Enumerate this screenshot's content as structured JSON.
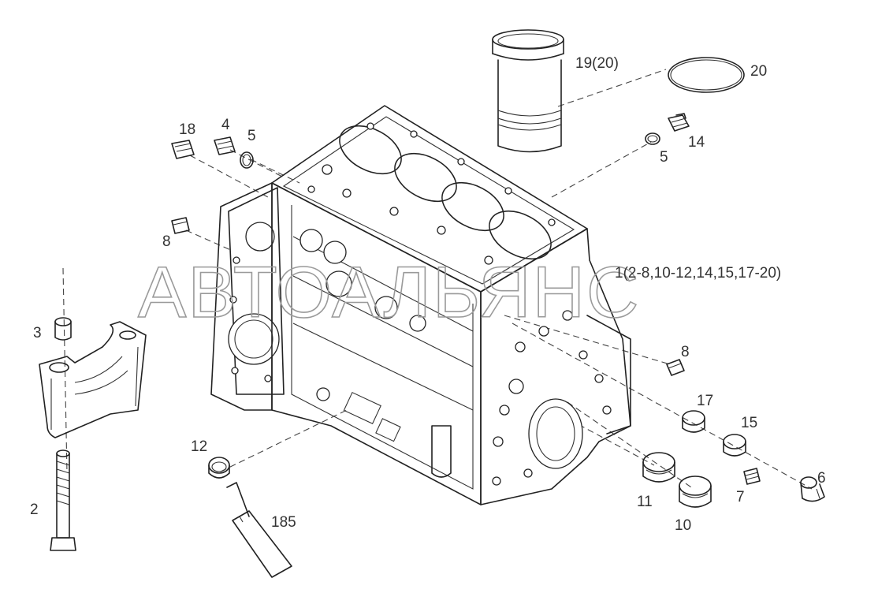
{
  "labels": {
    "p18": "18",
    "p4": "4",
    "p5_left": "5",
    "p19": "19(20)",
    "p20": "20",
    "p5_right": "5",
    "p14": "14",
    "p8_left": "8",
    "p1": "1(2-8,10-12,14,15,17-20)",
    "p3": "3",
    "p8_right": "8",
    "p17": "17",
    "p15": "15",
    "p12": "12",
    "p2": "2",
    "p185": "185",
    "p11": "11",
    "p10": "10",
    "p7": "7",
    "p6": "6"
  },
  "watermark": "АВТОАЛЬЯНС"
}
